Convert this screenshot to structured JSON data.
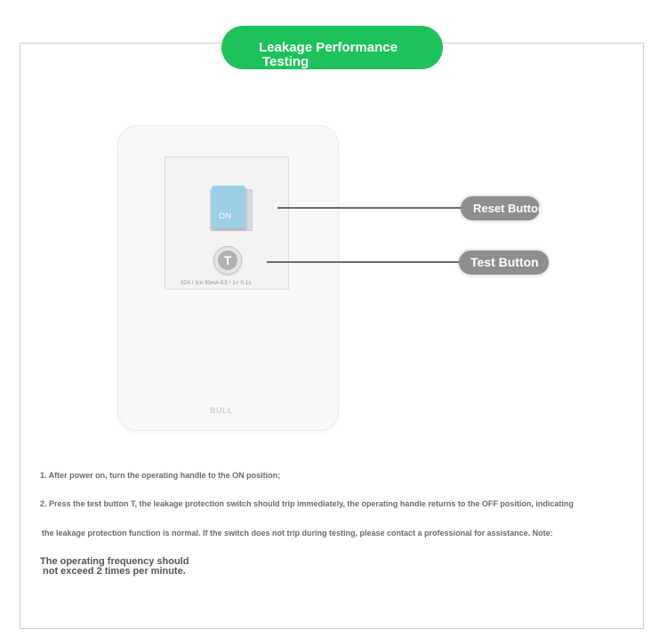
{
  "title": {
    "line1": "Leakage Performance",
    "line2": "Testing"
  },
  "device": {
    "toggle_label": "ON",
    "test_button_symbol": "T",
    "rating": "32A / Icn 30mA E3 / 1< 0.1s",
    "brand_logo": "BULL"
  },
  "callouts": {
    "reset_button": "Reset Button",
    "test_button": "Test Button"
  },
  "instructions": {
    "step1": "1. After power on, turn the operating handle to the ON position;",
    "step2_line1": "2. Press the test button T, the leakage protection switch should trip immediately, the operating handle returns to the OFF position, indicating",
    "step2_line2": "the leakage protection function is normal. If the switch does not trip during testing, please contact a professional for assistance. Note:",
    "note_line1": "The operating frequency should",
    "note_line2": " not exceed 2 times per minute."
  },
  "colors": {
    "title_pill": "#1dc35a",
    "callout": "#8e8e8e",
    "toggle": "#9bcfe6"
  }
}
